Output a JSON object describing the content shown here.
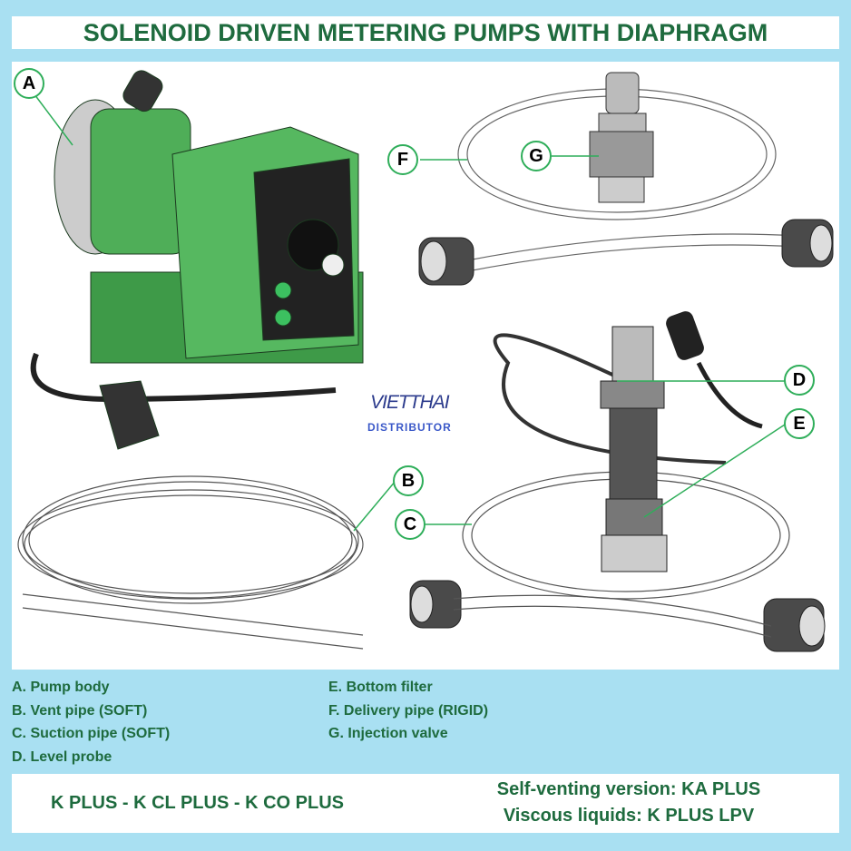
{
  "title": "SOLENOID DRIVEN METERING PUMPS WITH DIAPHRAGM",
  "callouts": [
    "A",
    "B",
    "C",
    "D",
    "E",
    "F",
    "G"
  ],
  "logo": {
    "name": "VIETTHAI",
    "sub": "DISTRIBUTOR"
  },
  "legend": {
    "col1": [
      "A. Pump body",
      "B. Vent pipe (SOFT)",
      "C. Suction pipe (SOFT)",
      "D. Level probe"
    ],
    "col2": [
      "E. Bottom filter",
      "F. Delivery pipe (RIGID)",
      "G. Injection valve"
    ]
  },
  "bottom": {
    "models": "K PLUS - K CL PLUS - K CO PLUS",
    "self_venting": "Self-venting version: KA PLUS",
    "viscous": "Viscous liquids: K PLUS LPV"
  },
  "colors": {
    "text": "#1e6b3e",
    "background": "#a9e0f2",
    "pump": "#4fae58",
    "callout_ring": "#2fae5a"
  }
}
